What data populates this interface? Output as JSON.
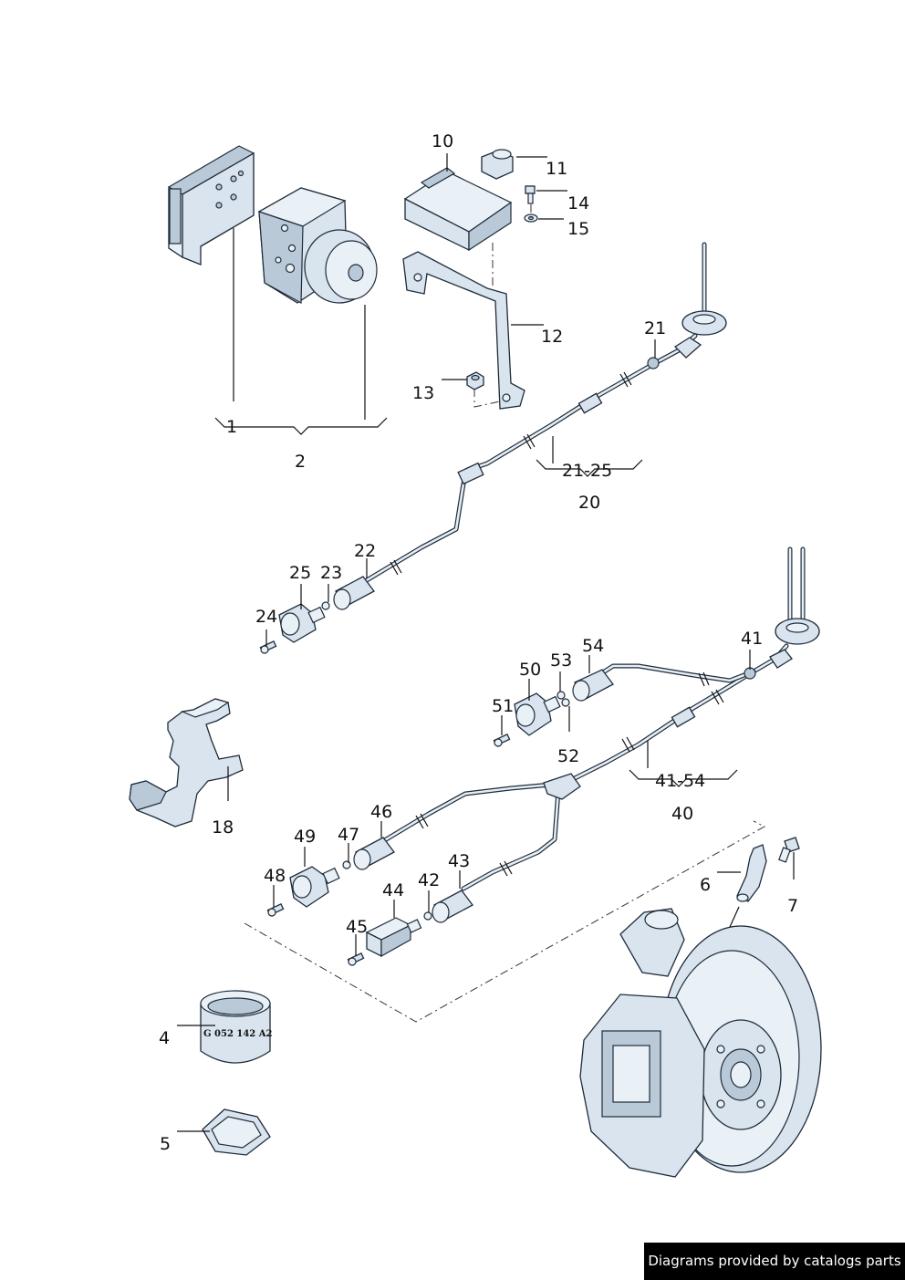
{
  "callouts": {
    "c1": "1",
    "c2": "2",
    "c4": "4",
    "c5": "5",
    "c6": "6",
    "c7": "7",
    "c10": "10",
    "c11": "11",
    "c12": "12",
    "c13": "13",
    "c14": "14",
    "c15": "15",
    "c18": "18",
    "c20": "20",
    "c21": "21",
    "c21_25": "21-25",
    "c22": "22",
    "c23": "23",
    "c24": "24",
    "c25": "25",
    "c40": "40",
    "c41": "41",
    "c41_54": "41-54",
    "c42": "42",
    "c43": "43",
    "c44": "44",
    "c45": "45",
    "c46": "46",
    "c47": "47",
    "c48": "48",
    "c49": "49",
    "c50": "50",
    "c51": "51",
    "c52": "52",
    "c53": "53",
    "c54": "54"
  },
  "part_markings": {
    "sleeve_code": "G  052  142  A2"
  },
  "footer": {
    "credit": "Diagrams provided by catalogs parts"
  }
}
